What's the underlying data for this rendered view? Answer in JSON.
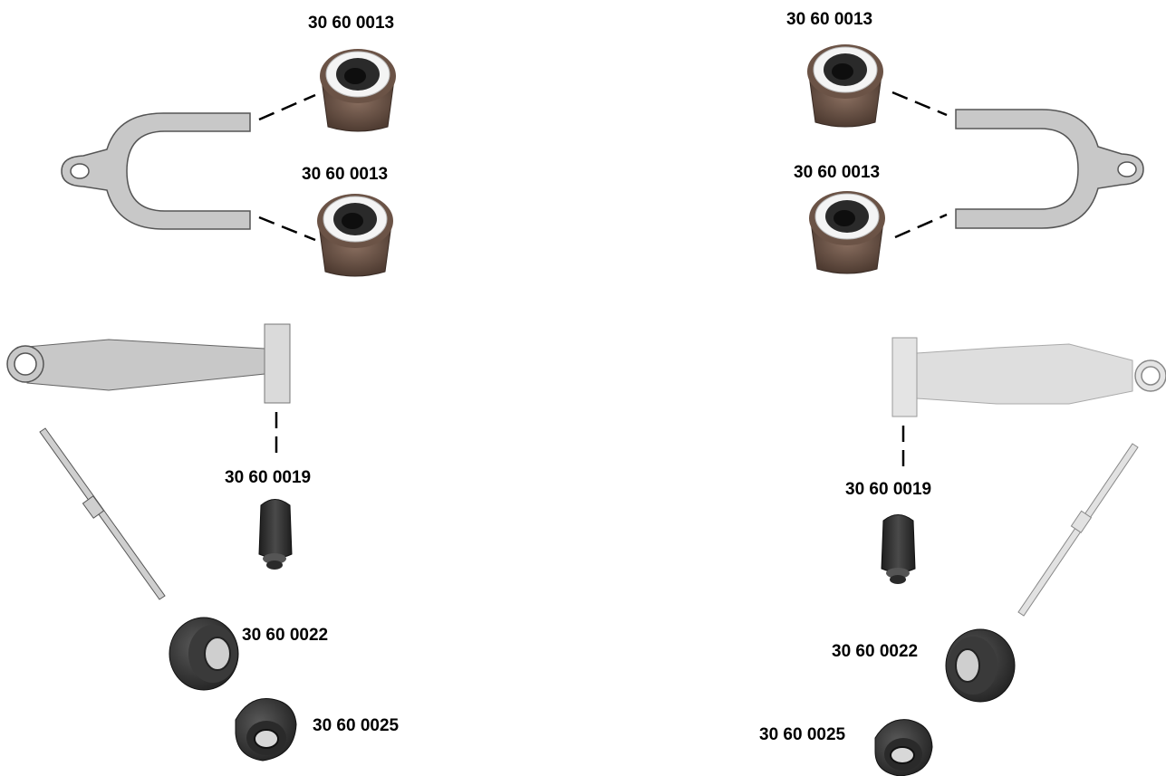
{
  "labels": {
    "left_upper_top": "30 60 0013",
    "left_upper_bottom": "30 60 0013",
    "right_upper_top": "30 60 0013",
    "right_upper_bottom": "30 60 0013",
    "left_lower_bush": "30 60 0019",
    "right_lower_bush": "30 60 0019",
    "left_strut_bush": "30 60 0022",
    "right_strut_bush": "30 60 0022",
    "left_strut_end": "30 60 0025",
    "right_strut_end": "30 60 0025"
  },
  "colors": {
    "arm_fill": "#c8c8c8",
    "arm_stroke": "#555555",
    "rubber_dark": "#2e2e2e",
    "rubber_mid": "#4a4a4a",
    "bushing_brown": "#6b5346"
  }
}
